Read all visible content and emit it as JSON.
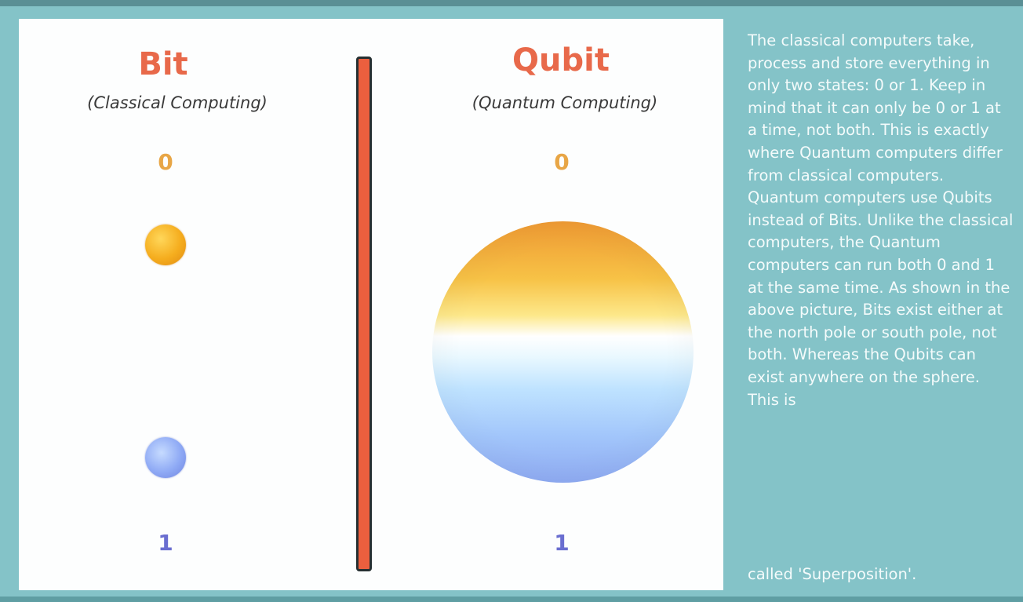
{
  "bit": {
    "title": "Bit",
    "subtitle": "(Classical Computing)",
    "state_zero": "0",
    "state_one": "1"
  },
  "qubit": {
    "title": "Qubit",
    "subtitle": "(Quantum Computing)",
    "state_zero": "0",
    "state_one": "1"
  },
  "description": {
    "body": "The classical computers take, process and store everything in only two states: 0 or 1. Keep in mind that it can only be 0 or 1 at a time, not both. This is exactly where Quantum computers differ from classical computers. Quantum computers use Qubits instead of Bits. Unlike the classical computers, the Quantum computers can run both 0 and 1 at the same time. As shown in the above picture, Bits exist either at the north pole or south pole, not both. Whereas the Qubits can exist anywhere on the sphere. This is",
    "tail": "called 'Superposition'."
  },
  "colors": {
    "title": "#e8694a",
    "state_zero": "#e8a646",
    "state_one": "#6a6ed0",
    "divider": "#ec5f3e",
    "background": "#84c3c8",
    "panel": "#fdfefe"
  }
}
